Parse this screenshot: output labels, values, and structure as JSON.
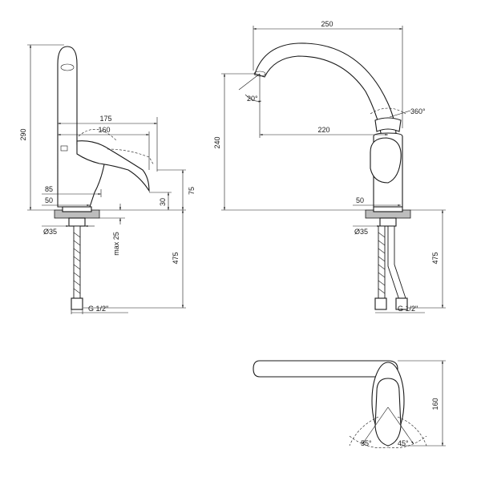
{
  "side_view": {
    "total_height": "290",
    "spout_length_outer": "175",
    "spout_length_inner": "160",
    "body_offset": "85",
    "base_width": "50",
    "spout_height": "75",
    "outlet_height": "30",
    "mount_diameter": "Ø35",
    "max_thickness": "max 25",
    "hose_length": "475",
    "thread": "G 1/2\""
  },
  "front_view": {
    "spout_span": "250",
    "swivel_angle": "360°",
    "outlet_angle": "20°",
    "reach": "220",
    "height": "240",
    "base_width": "50",
    "mount_diameter": "Ø35",
    "hose_length": "475",
    "thread": "G 1/2\""
  },
  "top_view": {
    "depth": "160",
    "left_angle": "55°",
    "right_angle": "45°"
  }
}
